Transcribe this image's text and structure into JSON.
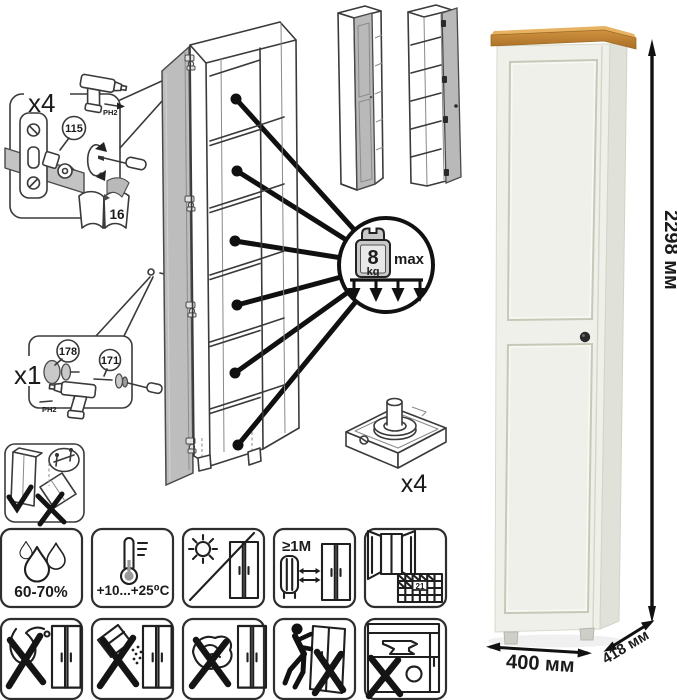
{
  "hinges_step": {
    "count": "x4",
    "part": "115",
    "bit": "PH2",
    "manual_page": "16"
  },
  "knob_step": {
    "count": "x1",
    "knob_part": "178",
    "screw_part": "171",
    "bit": "PH2"
  },
  "feet_step": {
    "count": "x4"
  },
  "shelf_load": {
    "value": "8",
    "unit": "kg",
    "max": "max"
  },
  "dimensions": {
    "height": "2298 мм",
    "width": "400 мм",
    "depth": "418 мм"
  },
  "care": {
    "humidity": "60-70%",
    "temperature": "+10...+25⁰C",
    "heat_distance": "≥1M",
    "ventilation": "21"
  }
}
